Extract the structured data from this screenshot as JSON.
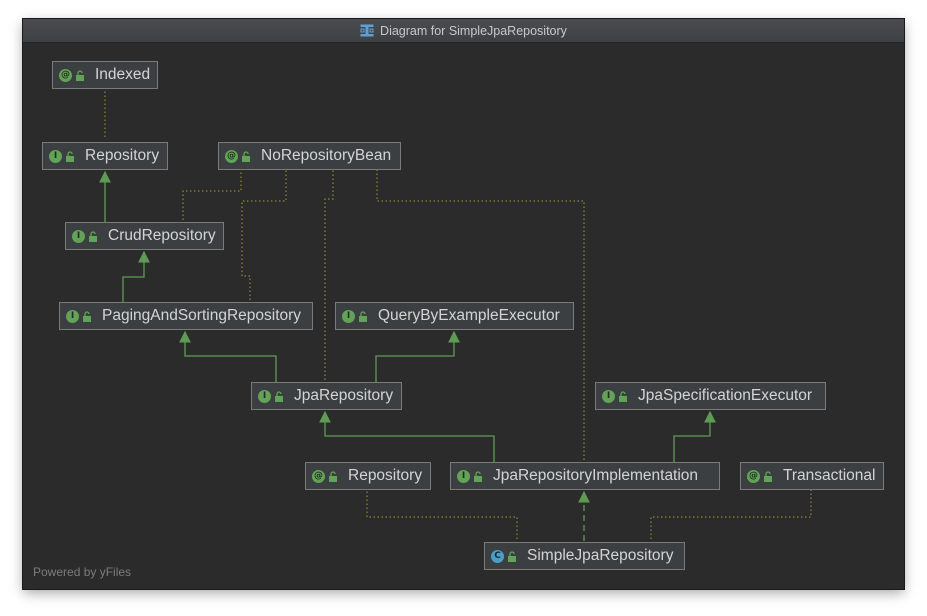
{
  "window": {
    "title": "Diagram for SimpleJpaRepository",
    "footer": "Powered by yFiles"
  },
  "nodes": {
    "indexed": {
      "label": "Indexed",
      "kind": "annotation",
      "badge": "@"
    },
    "repository": {
      "label": "Repository",
      "kind": "interface",
      "badge": "I"
    },
    "no_repository_bean": {
      "label": "NoRepositoryBean",
      "kind": "annotation",
      "badge": "@"
    },
    "crud_repository": {
      "label": "CrudRepository",
      "kind": "interface",
      "badge": "I"
    },
    "paging_and_sorting_repository": {
      "label": "PagingAndSortingRepository",
      "kind": "interface",
      "badge": "I"
    },
    "query_by_example_executor": {
      "label": "QueryByExampleExecutor",
      "kind": "interface",
      "badge": "I"
    },
    "jpa_repository": {
      "label": "JpaRepository",
      "kind": "interface",
      "badge": "I"
    },
    "jpa_specification_executor": {
      "label": "JpaSpecificationExecutor",
      "kind": "interface",
      "badge": "I"
    },
    "repository_annotation": {
      "label": "Repository",
      "kind": "annotation",
      "badge": "@"
    },
    "jpa_repository_implementation": {
      "label": "JpaRepositoryImplementation",
      "kind": "interface",
      "badge": "I"
    },
    "transactional": {
      "label": "Transactional",
      "kind": "annotation",
      "badge": "@"
    },
    "simple_jpa_repository": {
      "label": "SimpleJpaRepository",
      "kind": "class",
      "badge": "C"
    }
  },
  "colors": {
    "background": "#2b2b2b",
    "node_fill": "#3c3f41",
    "node_border": "#7a7a7a",
    "extends_edge": "#5e9c54",
    "annotation_edge": "#8f8a38",
    "interface_badge": "#62a358",
    "class_badge": "#4a9fc7"
  },
  "edges": [
    {
      "from": "repository",
      "to": "indexed",
      "type": "annotated-with"
    },
    {
      "from": "crud_repository",
      "to": "repository",
      "type": "extends"
    },
    {
      "from": "crud_repository",
      "to": "no_repository_bean",
      "type": "annotated-with"
    },
    {
      "from": "paging_and_sorting_repository",
      "to": "crud_repository",
      "type": "extends"
    },
    {
      "from": "paging_and_sorting_repository",
      "to": "no_repository_bean",
      "type": "annotated-with"
    },
    {
      "from": "jpa_repository",
      "to": "paging_and_sorting_repository",
      "type": "extends"
    },
    {
      "from": "jpa_repository",
      "to": "query_by_example_executor",
      "type": "extends"
    },
    {
      "from": "jpa_repository",
      "to": "no_repository_bean",
      "type": "annotated-with"
    },
    {
      "from": "jpa_repository_implementation",
      "to": "jpa_repository",
      "type": "extends"
    },
    {
      "from": "jpa_repository_implementation",
      "to": "jpa_specification_executor",
      "type": "extends"
    },
    {
      "from": "jpa_repository_implementation",
      "to": "no_repository_bean",
      "type": "annotated-with"
    },
    {
      "from": "simple_jpa_repository",
      "to": "jpa_repository_implementation",
      "type": "implements"
    },
    {
      "from": "simple_jpa_repository",
      "to": "repository_annotation",
      "type": "annotated-with"
    },
    {
      "from": "simple_jpa_repository",
      "to": "transactional",
      "type": "annotated-with"
    }
  ]
}
